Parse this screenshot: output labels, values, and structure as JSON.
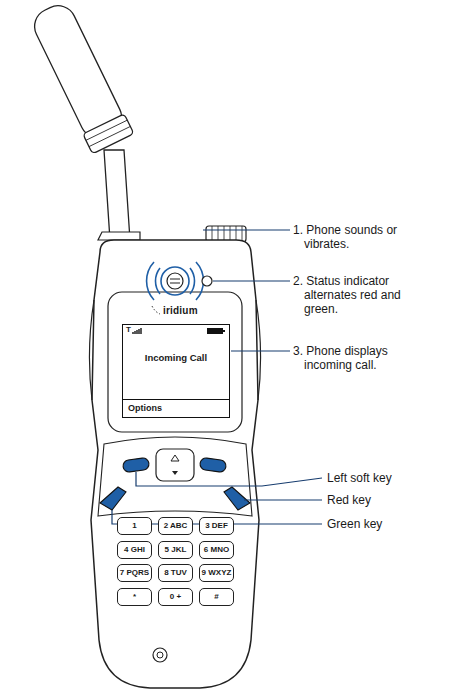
{
  "diagram": {
    "nodes": [
      {
        "text": [
          "Incoming Call",
          "Options"
        ]
      },
      {
        "text": [
          "1"
        ]
      },
      {
        "text": [
          "2 ABC"
        ]
      },
      {
        "text": [
          "3 DEF"
        ]
      },
      {
        "text": [
          "4 GHI"
        ]
      },
      {
        "text": [
          "5 JKL"
        ]
      },
      {
        "text": [
          "6 MNO"
        ]
      },
      {
        "text": [
          "7 PQRS"
        ]
      },
      {
        "text": [
          "8 TUV"
        ]
      },
      {
        "text": [
          "9 WXYZ"
        ]
      },
      {
        "text": [
          "*"
        ]
      },
      {
        "text": [
          "0 +"
        ]
      },
      {
        "text": [
          "#"
        ]
      }
    ],
    "labels": [
      "1. Phone sounds or vibrates.",
      "2. Status indicator alternates red and green.",
      "3. Phone displays incoming call.",
      "Left soft key",
      "Red key",
      "Green key",
      "iridium",
      "T"
    ]
  }
}
